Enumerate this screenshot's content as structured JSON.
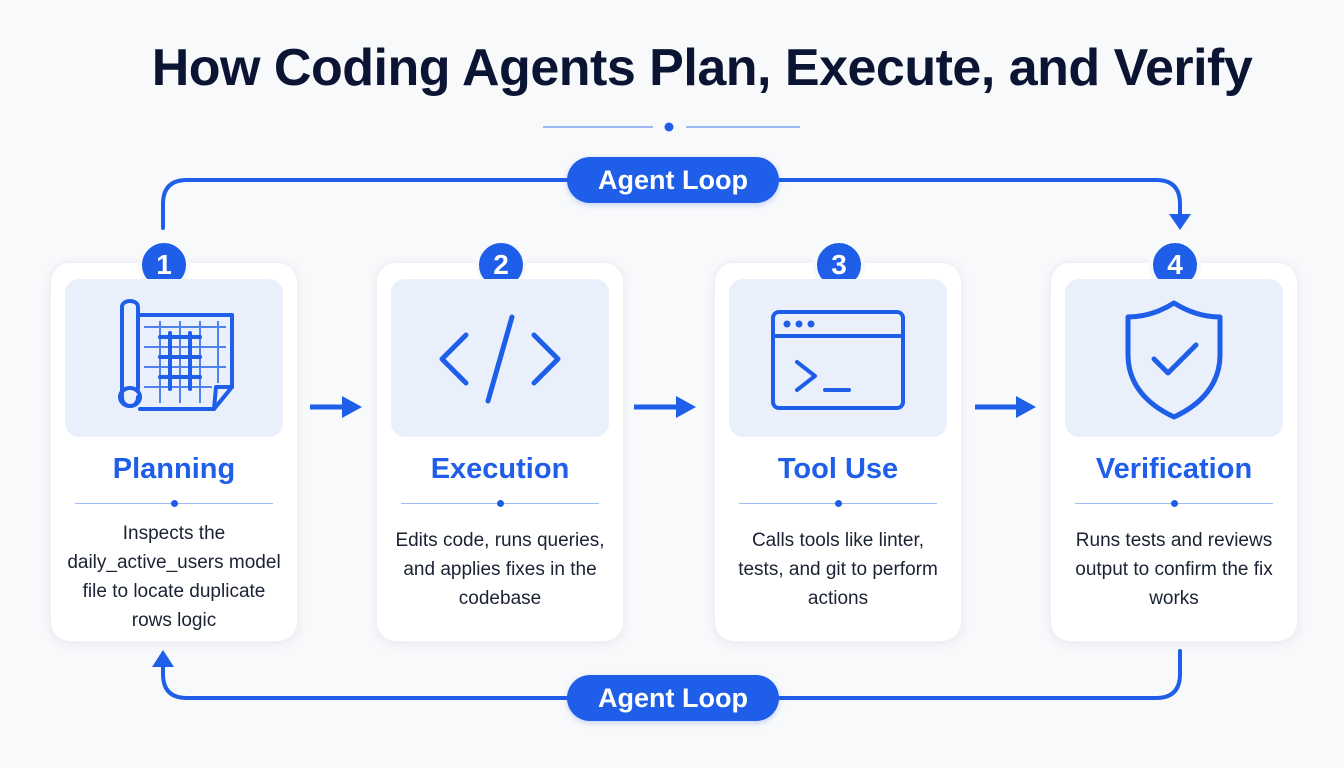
{
  "title": "How Coding Agents Plan, Execute, and Verify",
  "loop": {
    "top_label": "Agent Loop",
    "bottom_label": "Agent Loop"
  },
  "colors": {
    "accent": "#1e5ee8",
    "panel": "#e9f0fc",
    "title": "#0b1533",
    "background": "#f8f9fb"
  },
  "steps": [
    {
      "number": "1",
      "title": "Planning",
      "description": "Inspects the daily_active_users model file to locate duplicate rows logic",
      "icon": "blueprint-icon"
    },
    {
      "number": "2",
      "title": "Execution",
      "description": "Edits code, runs queries, and applies fixes in the codebase",
      "icon": "code-brackets-icon"
    },
    {
      "number": "3",
      "title": "Tool Use",
      "description": "Calls tools like linter, tests, and git to perform actions",
      "icon": "terminal-window-icon"
    },
    {
      "number": "4",
      "title": "Verification",
      "description": "Runs tests and reviews output to confirm the fix works",
      "icon": "shield-check-icon"
    }
  ]
}
